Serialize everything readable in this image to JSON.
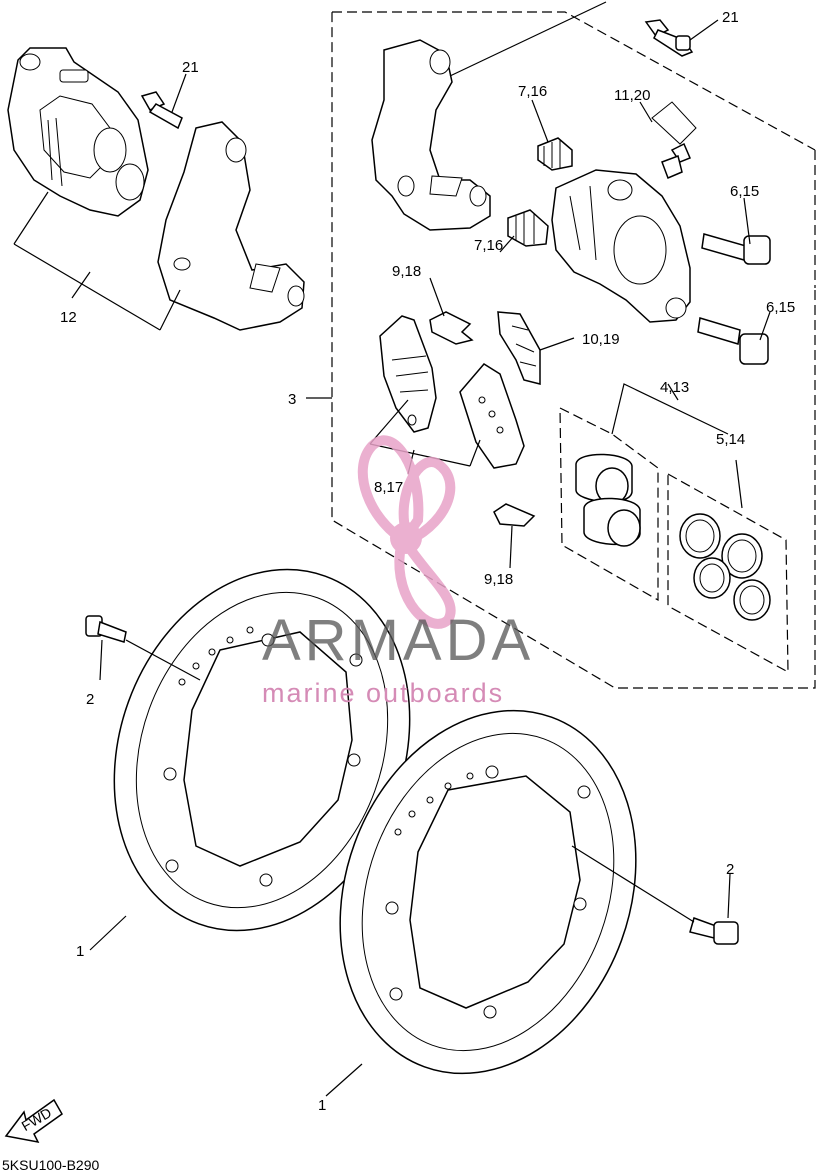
{
  "diagram": {
    "code": "5KSU100-B290",
    "fwd_text": "FWD",
    "labels": {
      "l21a": "21",
      "l21b": "21",
      "l12": "12",
      "l3": "3",
      "l716a": "7,16",
      "l716b": "7,16",
      "l1120": "11,20",
      "l615a": "6,15",
      "l615b": "6,15",
      "l918a": "9,18",
      "l918b": "9,18",
      "l1019": "10,19",
      "l413": "4,13",
      "l514": "5,14",
      "l817": "8,17",
      "l2a": "2",
      "l2b": "2",
      "l1a": "1",
      "l1b": "1"
    }
  },
  "watermark": {
    "brand": "ARMADA",
    "tagline": "marine outboards",
    "colors": {
      "pink": "#e8a3c8",
      "pink_dark": "#d58bb6",
      "grey": "#555555"
    }
  }
}
